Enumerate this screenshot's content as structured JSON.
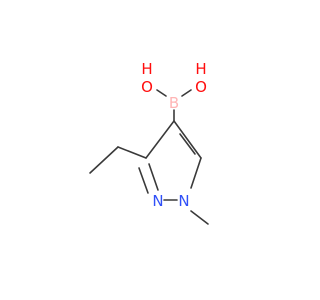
{
  "structure": {
    "atoms": {
      "o_left": {
        "label": "O",
        "sub": "H",
        "color": "#ff0d0d"
      },
      "o_right": {
        "label": "O",
        "sub": "H",
        "color": "#ff0d0d"
      },
      "boron": {
        "label": "B",
        "color": "#ffb5b5"
      },
      "n2": {
        "label": "N",
        "color": "#3050f8"
      },
      "n1": {
        "label": "N",
        "color": "#3050f8"
      }
    },
    "bond_color": "#3a3a3a"
  }
}
